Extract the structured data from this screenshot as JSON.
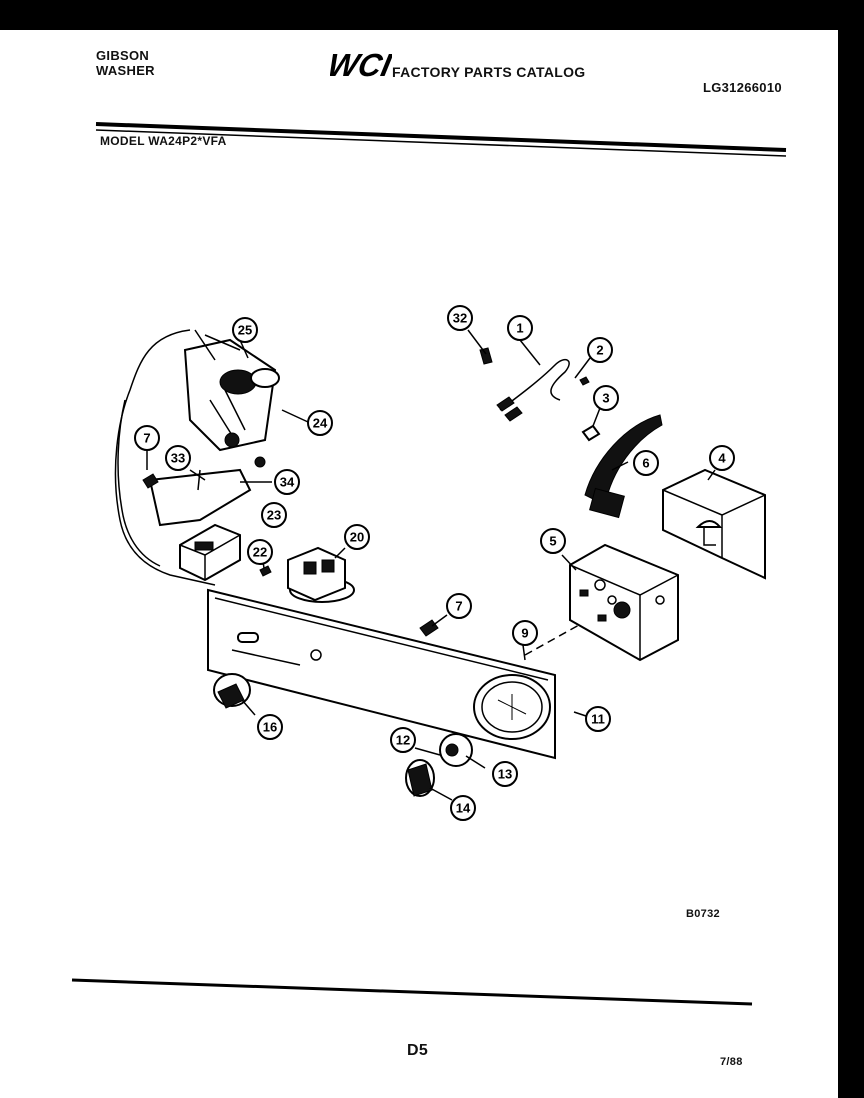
{
  "header": {
    "brand_line1": "GIBSON",
    "brand_line2": "WASHER",
    "logo_text": "WCI",
    "catalog_title": "FACTORY PARTS CATALOG",
    "catalog_number": "LG31266010",
    "model": "MODEL WA24P2*VFA"
  },
  "callouts": [
    "25",
    "24",
    "7",
    "33",
    "34",
    "23",
    "22",
    "20",
    "32",
    "1",
    "2",
    "3",
    "6",
    "4",
    "5",
    "7",
    "9",
    "11",
    "16",
    "12",
    "13",
    "14"
  ],
  "footer": {
    "figure_code": "B0732",
    "page_number": "D5",
    "date": "7/88"
  }
}
